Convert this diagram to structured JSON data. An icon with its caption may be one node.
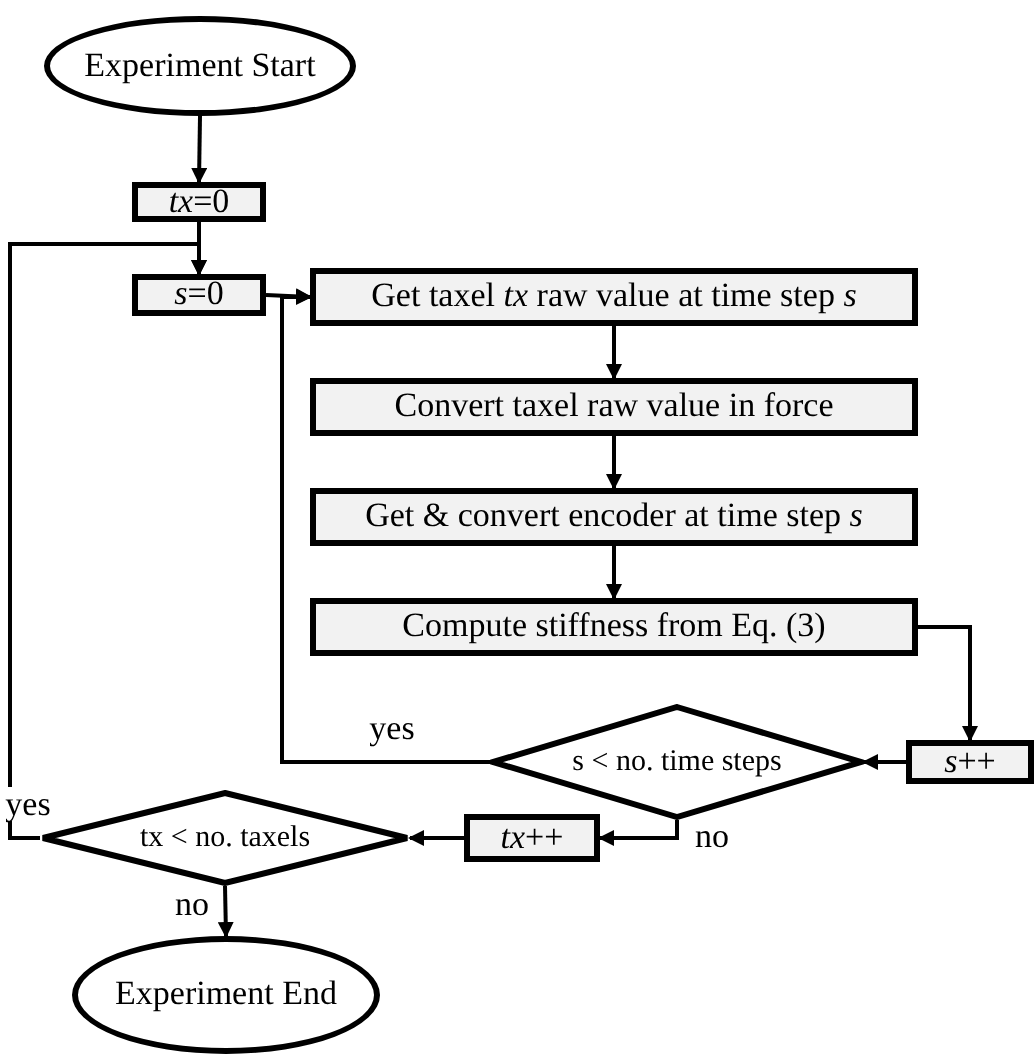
{
  "diagram": {
    "nodes": [
      {
        "text": [
          "Experiment Start"
        ]
      },
      {
        "text": [
          "*tx*=0"
        ]
      },
      {
        "text": [
          "*s*=0"
        ]
      },
      {
        "text": [
          "Get taxel *tx* raw value at time step *s*"
        ]
      },
      {
        "text": [
          "Convert taxel raw value in force"
        ]
      },
      {
        "text": [
          "Get & convert encoder at time step *s*"
        ]
      },
      {
        "text": [
          "Compute stiffness from Eq. (3)"
        ]
      },
      {
        "text": [
          "s < no. time steps"
        ]
      },
      {
        "text": [
          "*s*++"
        ]
      },
      {
        "text": [
          "*tx*++"
        ]
      },
      {
        "text": [
          "tx < no. taxels"
        ]
      },
      {
        "text": [
          "Experiment End"
        ]
      }
    ],
    "edges": [
      {
        "from": 0,
        "to": 1,
        "arrow": "to"
      },
      {
        "from": 1,
        "to": 2,
        "arrow": "to"
      },
      {
        "from": 2,
        "to": 3,
        "arrow": "to"
      },
      {
        "from": 3,
        "to": 4,
        "arrow": "to"
      },
      {
        "from": 4,
        "to": 5,
        "arrow": "to"
      },
      {
        "from": 5,
        "to": 6,
        "arrow": "to"
      },
      {
        "from": 6,
        "to": 8,
        "arrow": "to"
      },
      {
        "from": 8,
        "to": 7,
        "arrow": "to"
      },
      {
        "from": 7,
        "to": 3,
        "arrow": "to",
        "label": "yes"
      },
      {
        "from": 7,
        "to": 9,
        "arrow": "to",
        "label": "no"
      },
      {
        "from": 9,
        "to": 10,
        "arrow": "to"
      },
      {
        "from": 10,
        "to": 2,
        "arrow": "to",
        "label": "yes"
      },
      {
        "from": 10,
        "to": 11,
        "arrow": "to",
        "label": "no"
      }
    ]
  }
}
